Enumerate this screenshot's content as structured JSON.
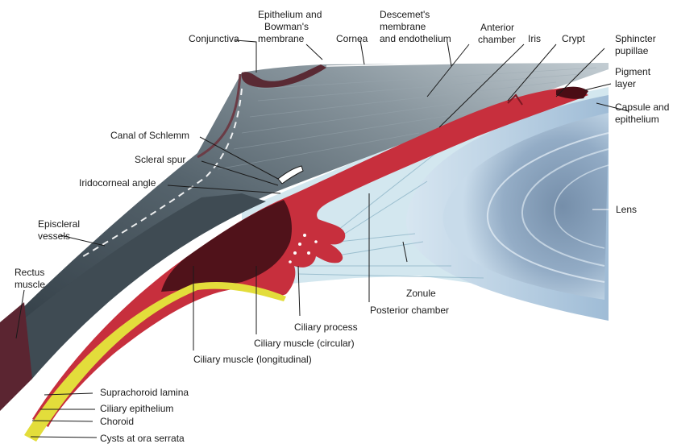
{
  "figure": {
    "labels": {
      "conjunctiva": "Conjunctiva",
      "epithelium_bowman_1": "Epithelium and",
      "epithelium_bowman_2": "Bowman's",
      "epithelium_bowman_3": "membrane",
      "cornea": "Cornea",
      "descemet_1": "Descemet's",
      "descemet_2": "membrane",
      "descemet_3": "and endothelium",
      "anterior_chamber_1": "Anterior",
      "anterior_chamber_2": "chamber",
      "iris": "Iris",
      "crypt": "Crypt",
      "sphincter_1": "Sphincter",
      "sphincter_2": "pupillae",
      "pigment_1": "Pigment",
      "pigment_2": "layer",
      "capsule_1": "Capsule and",
      "capsule_2": "epithelium",
      "canal_schlemm": "Canal of Schlemm",
      "scleral_spur": "Scleral spur",
      "iridocorneal_angle": "Iridocorneal angle",
      "episcleral_1": "Episcleral",
      "episcleral_2": "vessels",
      "rectus_1": "Rectus",
      "rectus_2": "muscle",
      "lens": "Lens",
      "zonule": "Zonule",
      "posterior_chamber": "Posterior chamber",
      "ciliary_process": "Ciliary process",
      "ciliary_circular": "Ciliary muscle (circular)",
      "ciliary_longitudinal": "Ciliary muscle (longitudinal)",
      "suprachoroid": "Suprachoroid lamina",
      "ciliary_epithelium": "Ciliary epithelium",
      "choroid": "Choroid",
      "cysts": "Cysts at ora serrata"
    },
    "colors": {
      "sclera": "#4f5d66",
      "cornea": "#a9b6be",
      "uvea": "#c8303f",
      "pigment": "#3a0c12",
      "yellow": "#e6e23c",
      "lens": "#b9d2e6",
      "chamber": "#d2e6ee"
    }
  }
}
